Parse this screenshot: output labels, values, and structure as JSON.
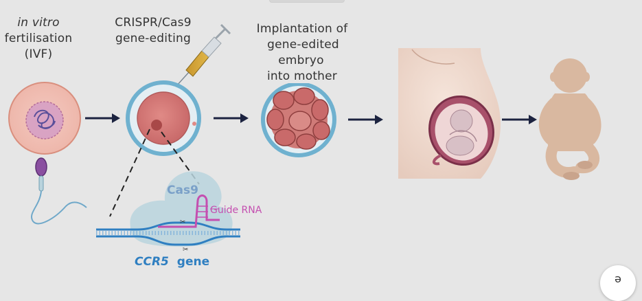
{
  "steps": {
    "ivf": {
      "line1": "in vitro",
      "line2": "fertilisation",
      "line3": "(IVF)"
    },
    "crispr": {
      "line1": "CRISPR/Cas9",
      "line2": "gene-editing"
    },
    "implant": {
      "line1": "Implantation of",
      "line2": "gene-edited embryo",
      "line3": "into mother"
    }
  },
  "inset": {
    "cas9": "Cas9",
    "guide_rna": "Guide RNA",
    "gene_name": "CCR5",
    "gene_word": "gene"
  },
  "corner_button": {
    "glyph": "ǝ"
  },
  "colors": {
    "background": "#e6e6e6",
    "arrow": "#1c2340",
    "zona": "#6fb1cf",
    "cell": "#c96a6a",
    "embryo_cell": "#b85a5a",
    "dna": "#2f7fc1",
    "guide_rna": "#c44fb0",
    "cas9_blob": "#b9d3dd",
    "skin": "#d9b8a0"
  }
}
